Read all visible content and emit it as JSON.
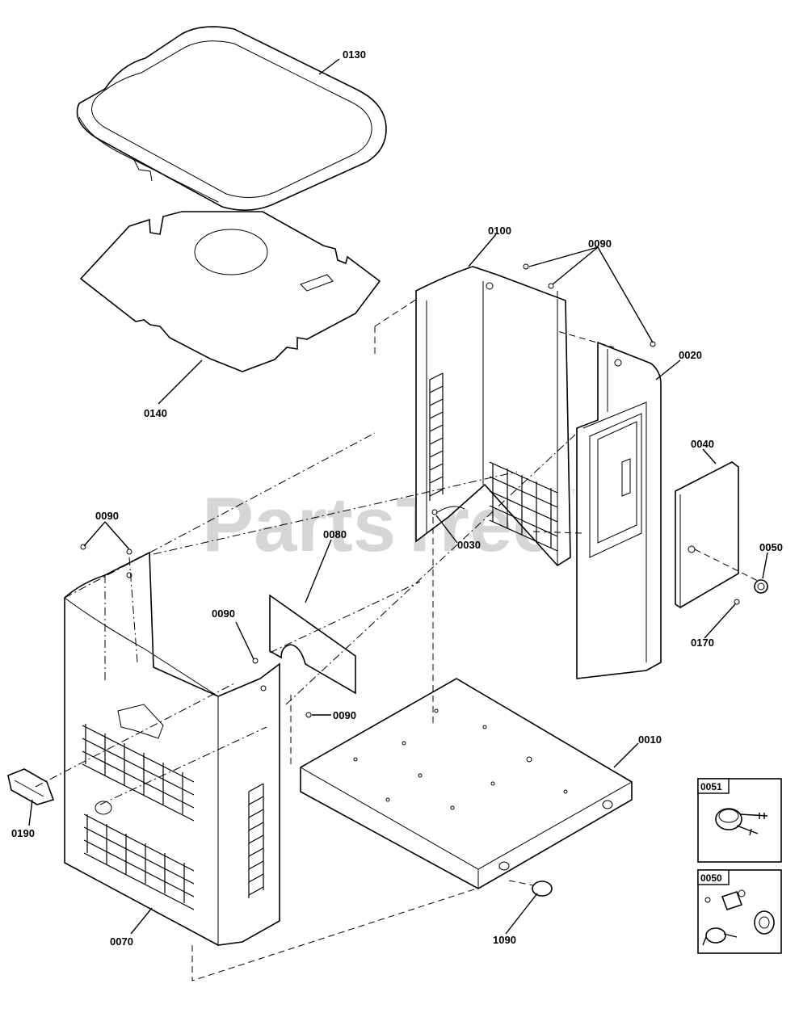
{
  "watermark": {
    "text": "PartsTree",
    "mark": "™"
  },
  "callouts": [
    {
      "id": "c0130",
      "label": "0130"
    },
    {
      "id": "c0140",
      "label": "0140"
    },
    {
      "id": "c0100",
      "label": "0100"
    },
    {
      "id": "c0090a",
      "label": "0090"
    },
    {
      "id": "c0020",
      "label": "0020"
    },
    {
      "id": "c0040",
      "label": "0040"
    },
    {
      "id": "c0050",
      "label": "0050"
    },
    {
      "id": "c0170",
      "label": "0170"
    },
    {
      "id": "c0030",
      "label": "0030"
    },
    {
      "id": "c0090b",
      "label": "0090"
    },
    {
      "id": "c0080",
      "label": "0080"
    },
    {
      "id": "c0090c",
      "label": "0090"
    },
    {
      "id": "c0090d",
      "label": "0090"
    },
    {
      "id": "c0010",
      "label": "0010"
    },
    {
      "id": "c0190",
      "label": "0190"
    },
    {
      "id": "c0070",
      "label": "0070"
    },
    {
      "id": "c1090",
      "label": "1090"
    }
  ],
  "inset_boxes": [
    {
      "id": "box0051",
      "label": "0051",
      "icon": "key-lock-icon"
    },
    {
      "id": "box0050",
      "label": "0050",
      "icon": "lock-kit-icon"
    }
  ]
}
